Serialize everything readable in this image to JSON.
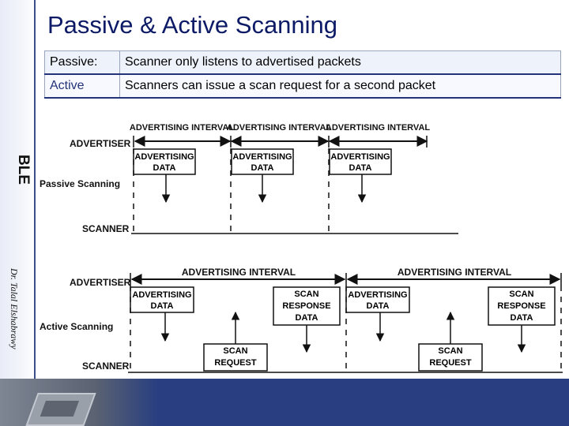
{
  "title": "Passive & Active Scanning",
  "sidebar": {
    "section_label": "BLE",
    "author": "Dr. Talal Elshabrawy"
  },
  "definitions": [
    {
      "term": "Passive:",
      "description": "Scanner only listens to advertised packets"
    },
    {
      "term": "Active",
      "description": "Scanners can issue a scan request for a second packet"
    }
  ],
  "diagram": {
    "passive": {
      "mode_label": "Passive Scanning",
      "advertiser_label": "ADVERTISER",
      "scanner_label": "SCANNER",
      "intervals": [
        "ADVERTISING INTERVAL",
        "ADVERTISING INTERVAL",
        "ADVERTISING INTERVAL"
      ],
      "packets": [
        "ADVERTISING DATA",
        "ADVERTISING DATA",
        "ADVERTISING DATA"
      ]
    },
    "active": {
      "mode_label": "Active Scanning",
      "advertiser_label": "ADVERTISER",
      "scanner_label": "SCANNER",
      "intervals": [
        "ADVERTISING INTERVAL",
        "ADVERTISING INTERVAL"
      ],
      "adv_packets": [
        "ADVERTISING DATA",
        "ADVERTISING DATA"
      ],
      "response_packets": [
        "SCAN RESPONSE DATA",
        "SCAN RESPONSE DATA"
      ],
      "requests": [
        "SCAN REQUEST",
        "SCAN REQUEST"
      ]
    }
  }
}
